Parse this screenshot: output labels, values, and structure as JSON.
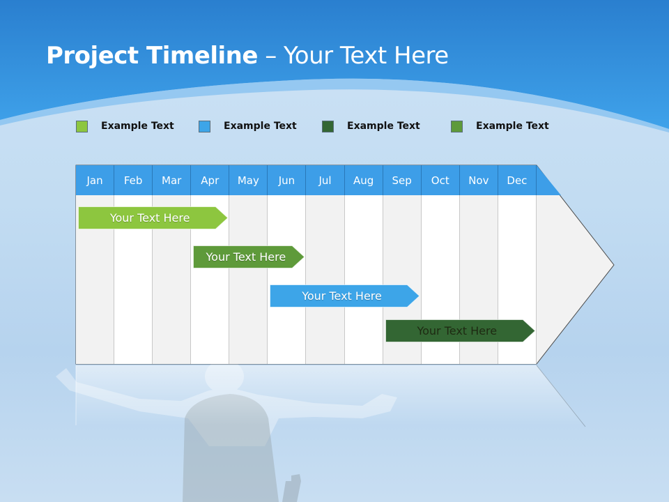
{
  "slide": {
    "title_bold": "Project Timeline",
    "title_rest": " – Your Text Here"
  },
  "legend": [
    {
      "label": "Example Text",
      "color": "#8dc63f"
    },
    {
      "label": "Example Text",
      "color": "#3da5e8"
    },
    {
      "label": "Example Text",
      "color": "#336633"
    },
    {
      "label": "Example Text",
      "color": "#5e9a3a"
    }
  ],
  "months": [
    "Jan",
    "Feb",
    "Mar",
    "Apr",
    "May",
    "Jun",
    "Jul",
    "Aug",
    "Sep",
    "Oct",
    "Nov",
    "Dec"
  ],
  "tasks": [
    {
      "label": "Your  Text Here",
      "start_month": "Jan",
      "end_month": "Apr",
      "color": "#8dc63f",
      "text_style": "light"
    },
    {
      "label": "Your  Text Here",
      "start_month": "Apr",
      "end_month": "Jun",
      "color": "#5e9a3a",
      "text_style": "light"
    },
    {
      "label": "Your  Text Here",
      "start_month": "Jun",
      "end_month": "Sep",
      "color": "#3da5e8",
      "text_style": "light"
    },
    {
      "label": "Your  Text Here",
      "start_month": "Sep",
      "end_month": "Dec",
      "color": "#336633",
      "text_style": "dark"
    }
  ],
  "colors": {
    "header_blue": "#3d9ee8",
    "band_dark": "#2e86d6",
    "band_light": "#4aa8ee"
  }
}
